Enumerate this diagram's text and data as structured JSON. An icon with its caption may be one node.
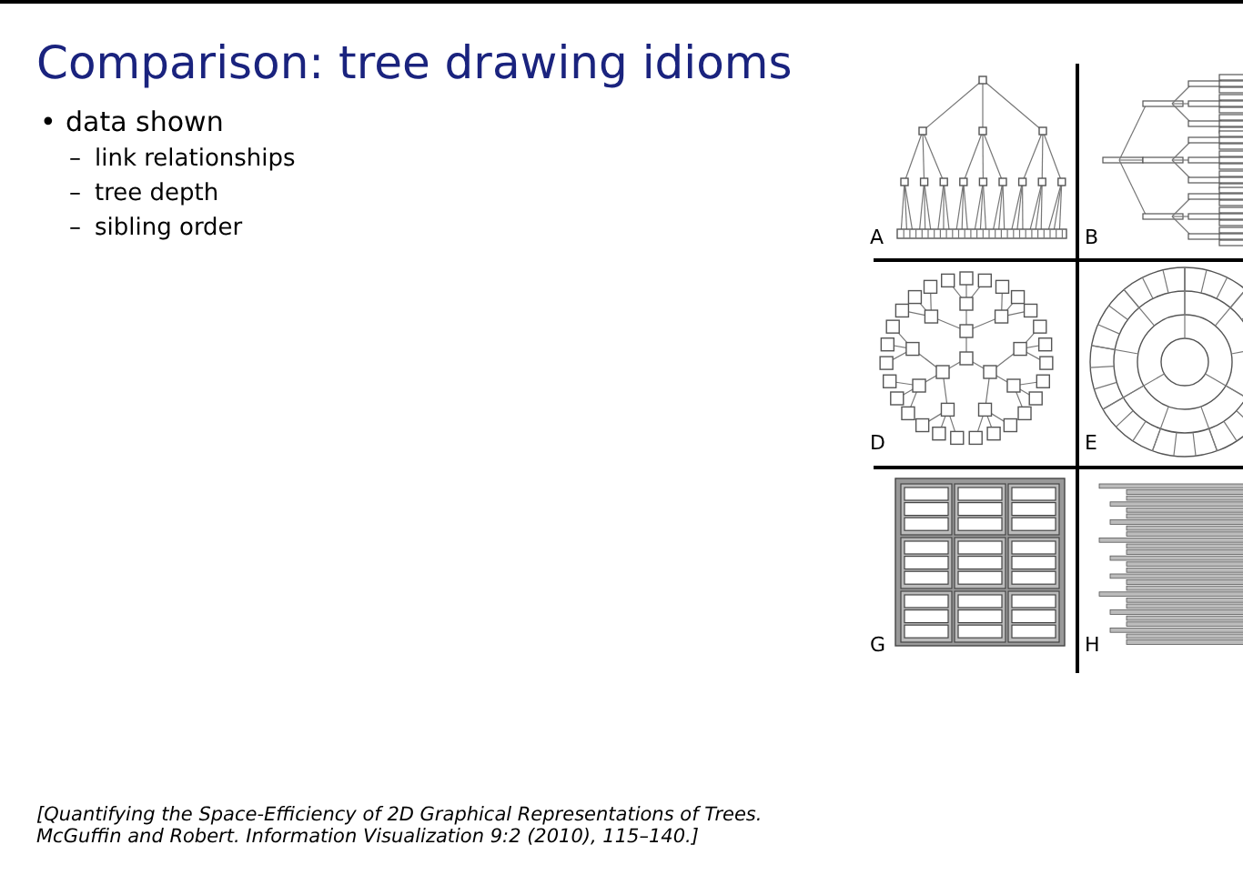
{
  "diagram": {
    "title": "Comparison: tree drawing idioms",
    "caption": "[Quantifying the Space-Efficiency of 2D Graphical Representations of Trees. McGuffin and Robert. Information Visualization 9:2 (2010), 115–140.]",
    "labels": [
      "•",
      "data shown",
      "–",
      "link relationships",
      "–",
      "tree depth",
      "–",
      "sibling order",
      "A",
      "B",
      "D",
      "E",
      "G",
      "H"
    ]
  }
}
